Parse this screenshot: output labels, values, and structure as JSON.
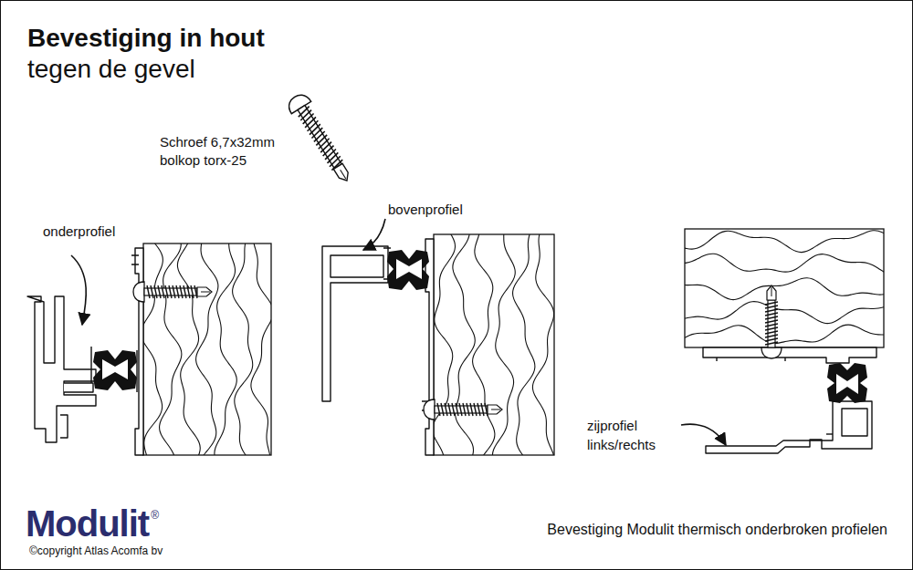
{
  "diagram": {
    "title": "Bevestiging in hout",
    "caption": "Bevestiging Modulit thermisch onderbroken profielen",
    "labels": [
      "tegen de gevel",
      "Schroef 6,7x32mm bolkop torx-25",
      "onderprofiel",
      "bovenprofiel",
      "zijprofiel links/rechts",
      "Modulit",
      "®",
      "©copyright Atlas Acomfa bv"
    ]
  }
}
